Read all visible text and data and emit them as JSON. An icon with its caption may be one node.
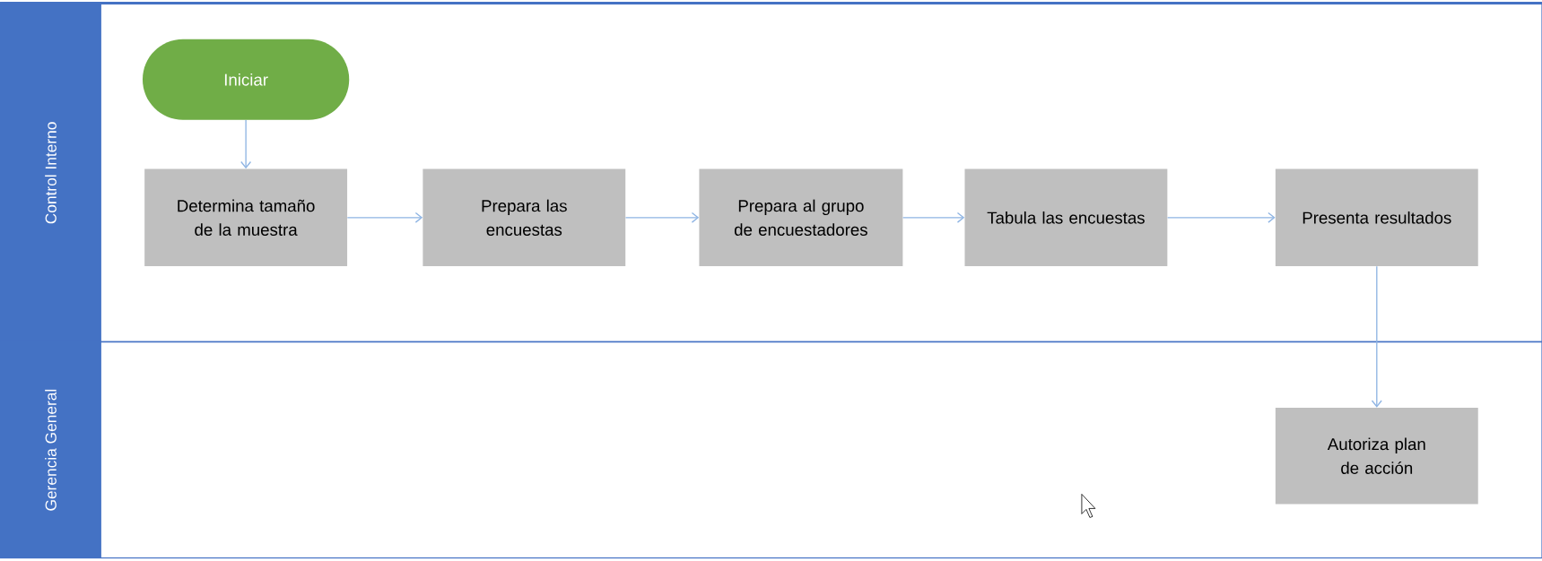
{
  "diagram": {
    "nodes": [
      {
        "text": [
          "Control Interno"
        ]
      },
      {
        "text": [
          "Iniciar"
        ],
        "in": 0
      },
      {
        "text": [
          "Determina tamaño de la muestra"
        ],
        "in": 0
      },
      {
        "text": [
          "Prepara las encuestas"
        ],
        "in": 0
      },
      {
        "text": [
          "Prepara al grupo de encuestadores"
        ],
        "in": 0
      },
      {
        "text": [
          "Tabula las encuestas"
        ],
        "in": 0
      },
      {
        "text": [
          "Presenta resultados"
        ],
        "in": 0
      },
      {
        "text": [
          "Gerencia General"
        ]
      },
      {
        "text": [
          "Autoriza plan de acción"
        ],
        "in": 7
      }
    ],
    "edges": [
      {
        "from": 1,
        "to": 2,
        "arrow": "to"
      },
      {
        "from": 2,
        "to": 3,
        "arrow": "to"
      },
      {
        "from": 3,
        "to": 4,
        "arrow": "to"
      },
      {
        "from": 4,
        "to": 5,
        "arrow": "to"
      },
      {
        "from": 5,
        "to": 6,
        "arrow": "to"
      },
      {
        "from": 6,
        "to": 8,
        "arrow": "to"
      }
    ]
  }
}
